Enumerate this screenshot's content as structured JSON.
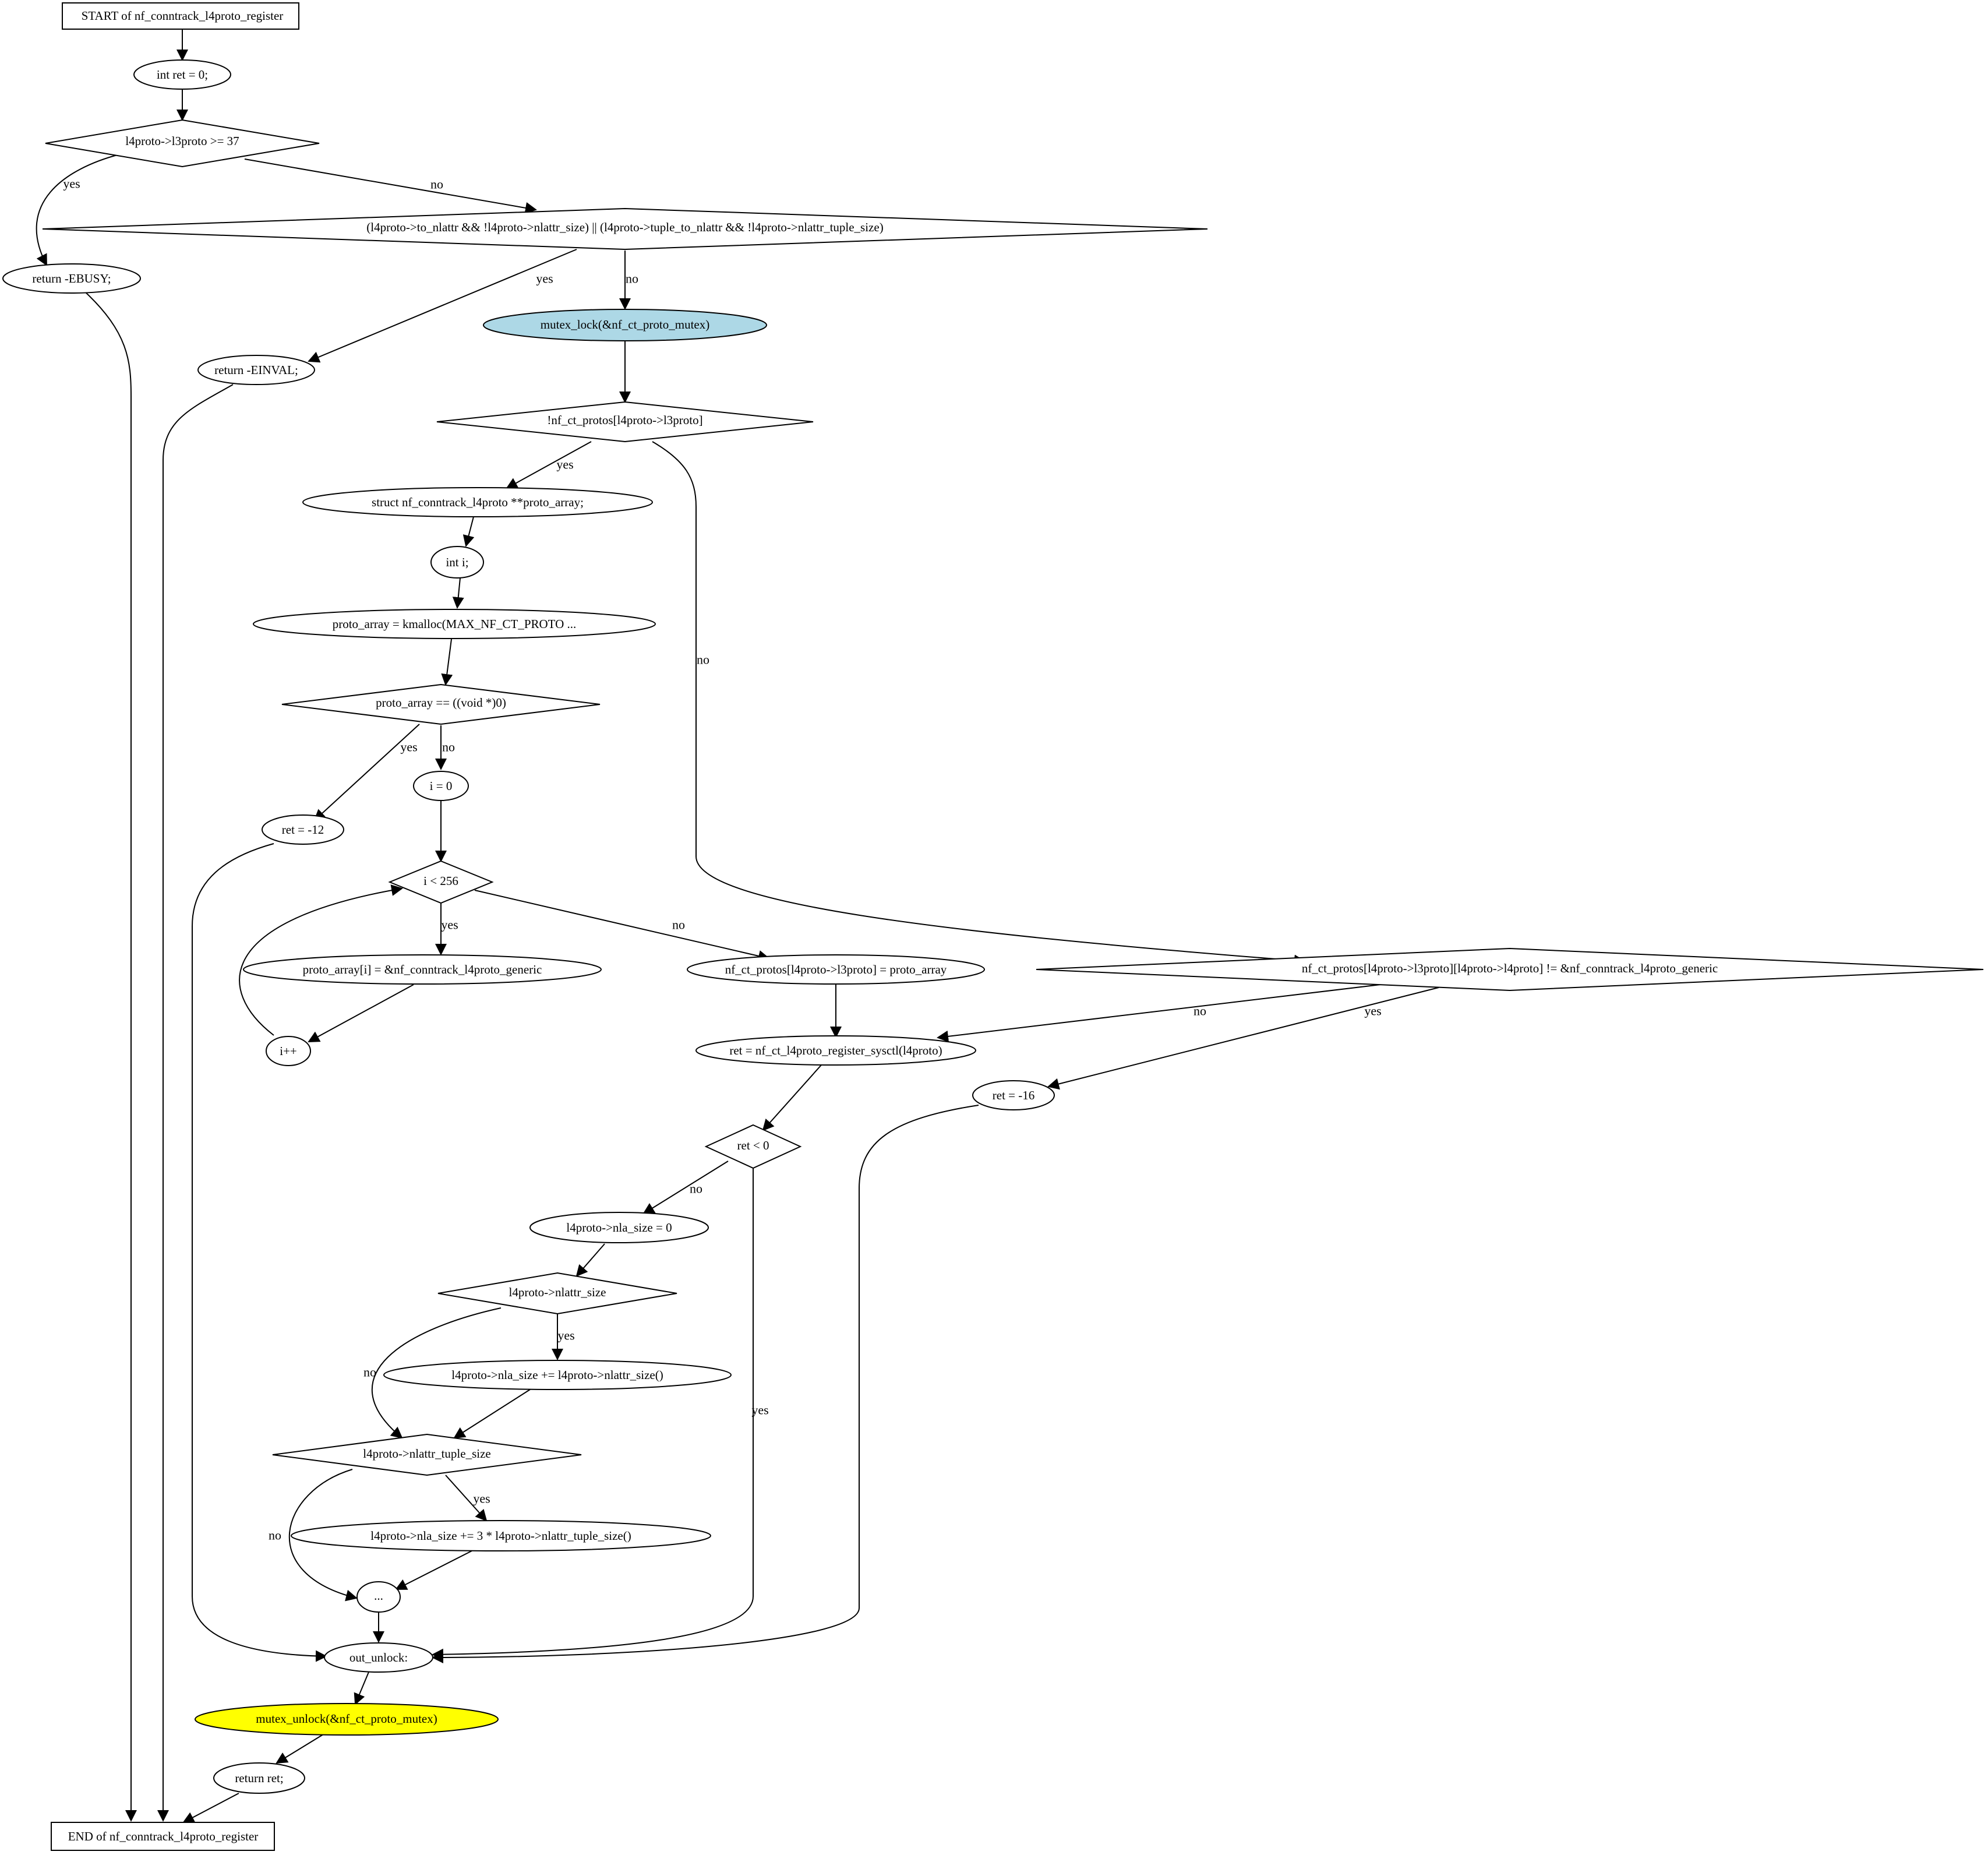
{
  "diagram": {
    "colors": {
      "stroke": "#000000",
      "fill": "#ffffff",
      "lock_fill": "#add8e6",
      "unlock_fill": "#ffff00"
    },
    "nodes": {
      "start": "START of nf_conntrack_l4proto_register",
      "int_ret": "int ret = 0;",
      "cond_l3proto": "l4proto->l3proto >= 37",
      "cond_nlattr": "(l4proto->to_nlattr && !l4proto->nlattr_size) || (l4proto->tuple_to_nlattr && !l4proto->nlattr_tuple_size)",
      "return_ebusy": "return -EBUSY;",
      "return_einval": "return -EINVAL;",
      "mutex_lock": "mutex_lock(&nf_ct_proto_mutex)",
      "cond_protos": "!nf_ct_protos[l4proto->l3proto]",
      "struct_decl": "struct nf_conntrack_l4proto **proto_array;",
      "int_i": "int i;",
      "kmalloc": "proto_array = kmalloc(MAX_NF_CT_PROTO ...",
      "cond_null": "proto_array == ((void *)0)",
      "ret_12": "ret = -12",
      "i_zero": "i = 0",
      "cond_loop": "i < 256",
      "assign_generic": "proto_array[i] = &nf_conntrack_l4proto_generic",
      "i_inc": "i++",
      "assign_protos": "nf_ct_protos[l4proto->l3proto] = proto_array",
      "cond_generic": "nf_ct_protos[l4proto->l3proto][l4proto->l4proto] != &nf_conntrack_l4proto_generic",
      "sysctl": "ret = nf_ct_l4proto_register_sysctl(l4proto)",
      "ret_16": "ret = -16",
      "cond_ret": "ret < 0",
      "nla_zero": "l4proto->nla_size = 0",
      "cond_nlattr_size": "l4proto->nlattr_size",
      "nla_add": "l4proto->nla_size += l4proto->nlattr_size()",
      "cond_tuple": "l4proto->nlattr_tuple_size",
      "nla_add3": "l4proto->nla_size += 3 * l4proto->nlattr_tuple_size()",
      "ellipsis": "...",
      "out_unlock": "out_unlock:",
      "mutex_unlock": "mutex_unlock(&nf_ct_proto_mutex)",
      "return_ret": "return ret;",
      "end": "END of nf_conntrack_l4proto_register"
    },
    "edges": {
      "cond_l3proto_yes": "yes",
      "cond_l3proto_no": "no",
      "cond_nlattr_yes": "yes",
      "cond_nlattr_no": "no",
      "cond_protos_yes": "yes",
      "cond_protos_no": "no",
      "cond_null_yes": "yes",
      "cond_null_no": "no",
      "cond_loop_yes": "yes",
      "cond_loop_no": "no",
      "cond_generic_no": "no",
      "cond_generic_yes": "yes",
      "cond_ret_no": "no",
      "cond_ret_yes": "yes",
      "cond_nlattr_size_yes": "yes",
      "cond_nlattr_size_no": "no",
      "cond_tuple_yes": "yes",
      "cond_tuple_no": "no"
    }
  }
}
